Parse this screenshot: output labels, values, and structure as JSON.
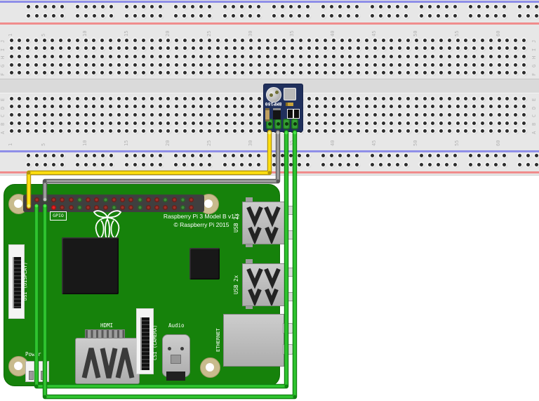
{
  "sensor": {
    "label": "BMP180",
    "pcb_color": "#20305c",
    "pad_color": "#35a135",
    "pin_count": 4
  },
  "pi": {
    "title1": "Raspberry Pi 3 Model B v1.2",
    "title2": "© Raspberry Pi 2015",
    "gpio_label": "GPIO",
    "labels": {
      "hdmi": "HDMI",
      "audio": "Audio",
      "power": "Power",
      "csi": "CSI (CAMERA)",
      "dsi": "DSI (DISPLAY)",
      "usb": "USB 2x",
      "ethernet": "ETHERNET"
    },
    "board_color": "#16820b",
    "gpio_pin_colors": {
      "r": "#9e3028",
      "g": "#3f8f3a",
      "R": "#ee2020"
    },
    "gpio_top": [
      "r",
      "r",
      "g",
      "r",
      "r",
      "r",
      "g",
      "r",
      "r",
      "g",
      "r",
      "r",
      "r",
      "g",
      "r",
      "r",
      "g",
      "r",
      "g",
      "r"
    ],
    "gpio_bottom": [
      "r",
      "g",
      "g",
      "R",
      "r",
      "r",
      "g",
      "r",
      "r",
      "r",
      "g",
      "r",
      "r",
      "g",
      "r",
      "r",
      "r",
      "r",
      "g",
      "r"
    ]
  },
  "breadboard": {
    "row_letters_top": [
      "J",
      "I",
      "H",
      "G",
      "F"
    ],
    "row_letters_bottom": [
      "E",
      "D",
      "C",
      "B",
      "A"
    ],
    "column_labels": [
      "1",
      "5",
      "10",
      "15",
      "20",
      "25",
      "30",
      "35",
      "40",
      "45",
      "50",
      "55",
      "60"
    ],
    "rail_blue_color": "#8f8fe8",
    "rail_red_color": "#f08c8c",
    "body_color": "#e7e7e7",
    "hole_color": "#2c2c2c"
  },
  "wires": [
    {
      "name": "yellow-wire",
      "border": "#b2950b",
      "fill": "#ffdf10",
      "cap": "#f3ef6a"
    },
    {
      "name": "gray-wire",
      "border": "#585858",
      "fill": "#9d9d9d",
      "cap": "#c2c2c2"
    },
    {
      "name": "green-wire-1",
      "border": "#118211",
      "fill": "#2fc42f",
      "cap": "#49e549"
    },
    {
      "name": "green-wire-2",
      "border": "#118211",
      "fill": "#2fc42f",
      "cap": "#49e549"
    }
  ]
}
